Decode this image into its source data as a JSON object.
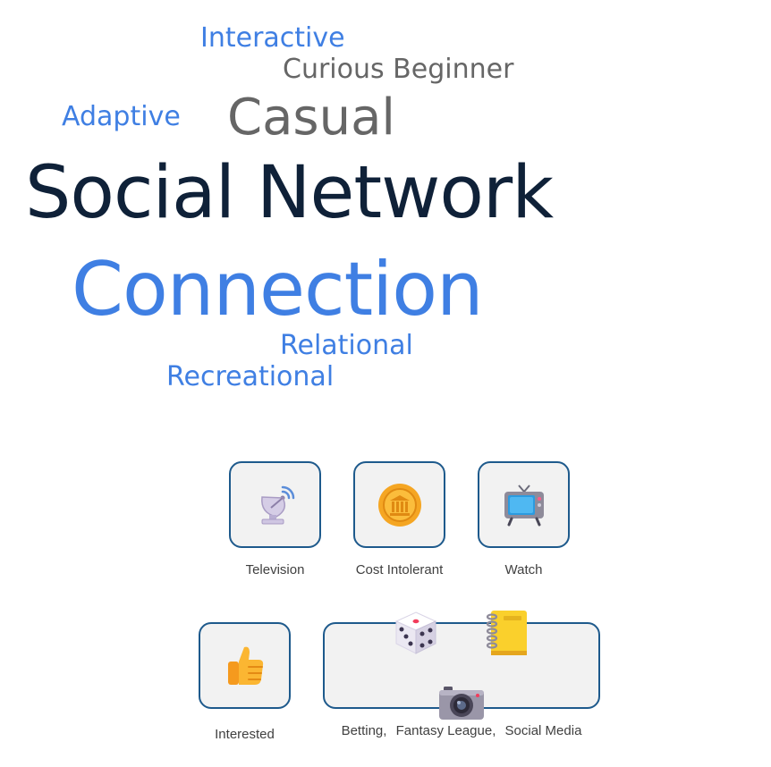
{
  "word_cloud": {
    "words": {
      "interactive": "Interactive",
      "curious_beginner": "Curious Beginner",
      "adaptive": "Adaptive",
      "casual": "Casual",
      "social_network": "Social Network",
      "connection": "Connection",
      "relational": "Relational",
      "recreational": "Recreational"
    },
    "colors": {
      "blue": "#3f7fe3",
      "gray": "#666666",
      "navy": "#0f2138"
    }
  },
  "tiles": {
    "television": {
      "label": "Television",
      "icon": "satellite-dish-icon"
    },
    "cost": {
      "label": "Cost Intolerant",
      "icon": "coin-icon"
    },
    "watch": {
      "label": "Watch",
      "icon": "television-icon"
    },
    "interested": {
      "label": "Interested",
      "icon": "thumbs-up-icon"
    },
    "group": {
      "labels": [
        "Betting,",
        "Fantasy League,",
        "Social Media"
      ],
      "icons": [
        "game-die-icon",
        "notebook-icon",
        "camera-icon"
      ]
    }
  },
  "colors": {
    "tile_border": "#1e5a8c",
    "tile_fill": "#f2f2f2"
  }
}
